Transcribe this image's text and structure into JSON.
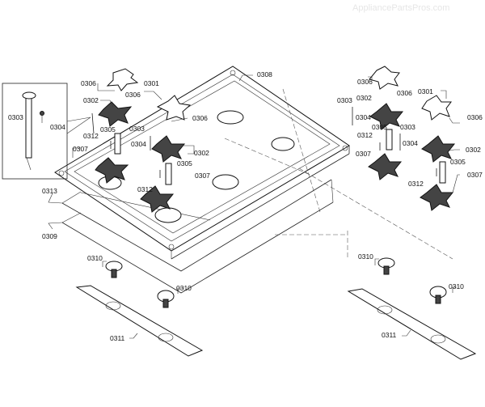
{
  "watermark": "AppliancePartsPros.com",
  "labels": {
    "p0301": "0301",
    "p0302": "0302",
    "p0303": "0303",
    "p0304": "0304",
    "p0305": "0305",
    "p0306": "0306",
    "p0307": "0307",
    "p0308": "0308",
    "p0309": "0309",
    "p0310": "0310",
    "p0311": "0311",
    "p0312": "0312",
    "p0313": "0313"
  }
}
